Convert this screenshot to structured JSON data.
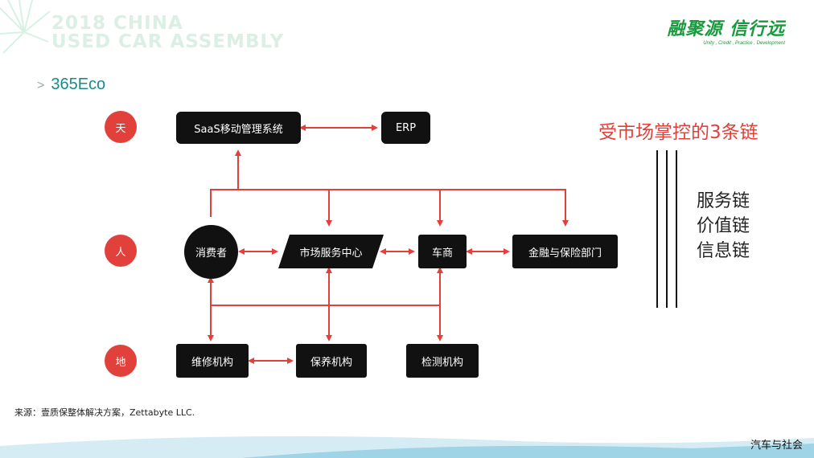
{
  "header": {
    "title_line1": "2018 CHINA",
    "title_line2": "USED CAR ASSEMBLY"
  },
  "logo": {
    "main": "融聚源 信行远",
    "sub": "Unity , Credit , Practice , Development"
  },
  "section": {
    "chevron": ">",
    "title": "365Eco"
  },
  "levels": {
    "tian": "天",
    "ren": "人",
    "di": "地"
  },
  "nodes": {
    "saas": "SaaS移动管理系统",
    "erp": "ERP",
    "consumer": "消费者",
    "market_center": "市场服务中心",
    "dealer": "车商",
    "finance": "金融与保险部门",
    "repair": "维修机构",
    "maintenance": "保养机构",
    "inspection": "检测机构"
  },
  "chains": {
    "title": "受市场掌控的3条链",
    "items": [
      "服务链",
      "价值链",
      "信息链"
    ]
  },
  "footnote": "来源：壹质保整体解决方案，Zettabyte LLC.",
  "watermark": "汽车与社会",
  "colors": {
    "red": "#e2413b",
    "node": "#111111",
    "teal": "#1b8a8c",
    "green": "#1a9a3e"
  }
}
